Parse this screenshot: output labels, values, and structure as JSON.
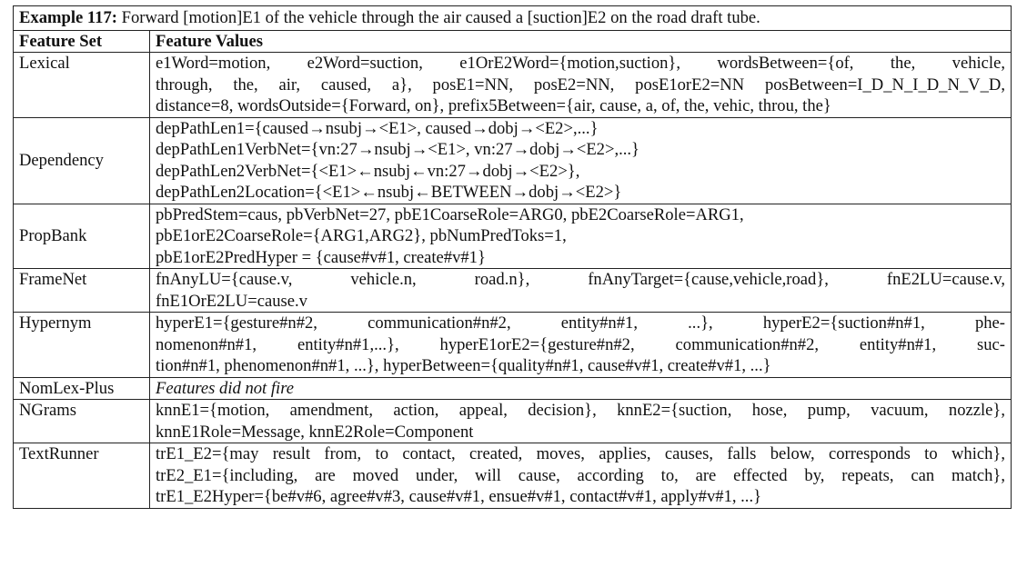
{
  "example": {
    "label": "Example 117:",
    "sentence": "Forward [motion]E1 of the vehicle through the air caused a [suction]E2 on the road draft tube."
  },
  "headers": {
    "feature_set": "Feature Set",
    "feature_values": "Feature Values"
  },
  "rows": [
    {
      "name": "Lexical",
      "lines": [
        "e1Word=motion, e2Word=suction, e1OrE2Word={motion,suction}, wordsBetween={of, the, vehicle,",
        "through, the, air, caused, a}, posE1=NN, posE2=NN, posE1orE2=NN posBetween=I_D_N_I_D_N_V_D,",
        "distance=8, wordsOutside={Forward, on}, prefix5Between={air, cause, a, of, the, vehic, throu, the}"
      ]
    },
    {
      "name": "Dependency",
      "lines": [
        "depPathLen1={caused→nsubj→<E1>, caused→dobj→<E2>,...}",
        "depPathLen1VerbNet={vn:27→nsubj→<E1>, vn:27→dobj→<E2>,...}",
        "depPathLen2VerbNet={<E1>←nsubj←vn:27→dobj→<E2>},",
        "depPathLen2Location={<E1>←nsubj←BETWEEN→dobj→<E2>}"
      ]
    },
    {
      "name": "PropBank",
      "lines": [
        "pbPredStem=caus, pbVerbNet=27, pbE1CoarseRole=ARG0, pbE2CoarseRole=ARG1,",
        "pbE1orE2CoarseRole={ARG1,ARG2}, pbNumPredToks=1,",
        "pbE1orE2PredHyper = {cause#v#1, create#v#1}"
      ]
    },
    {
      "name": "FrameNet",
      "lines": [
        "fnAnyLU={cause.v, vehicle.n, road.n}, fnAnyTarget={cause,vehicle,road}, fnE2LU=cause.v,",
        "fnE1OrE2LU=cause.v"
      ]
    },
    {
      "name": "Hypernym",
      "lines": [
        "hyperE1={gesture#n#2, communication#n#2, entity#n#1, ...}, hyperE2={suction#n#1, phe-",
        "nomenon#n#1, entity#n#1,...}, hyperE1orE2={gesture#n#2, communication#n#2, entity#n#1, suc-",
        "tion#n#1, phenomenon#n#1, ...}, hyperBetween={quality#n#1, cause#v#1, create#v#1, ...}"
      ]
    },
    {
      "name": "NomLex-Plus",
      "lines": [
        "Features did not fire"
      ]
    },
    {
      "name": "NGrams",
      "lines": [
        "knnE1={motion, amendment, action, appeal, decision}, knnE2={suction, hose, pump, vacuum, nozzle},",
        "knnE1Role=Message, knnE2Role=Component"
      ]
    },
    {
      "name": "TextRunner",
      "lines": [
        "trE1_E2={may result from, to contact, created, moves, applies, causes, falls below, corresponds to which},",
        "trE2_E1={including, are moved under, will cause, according to, are effected by, repeats, can match},",
        "trE1_E2Hyper={be#v#6, agree#v#3, cause#v#1, ensue#v#1, contact#v#1, apply#v#1, ...}"
      ]
    }
  ]
}
